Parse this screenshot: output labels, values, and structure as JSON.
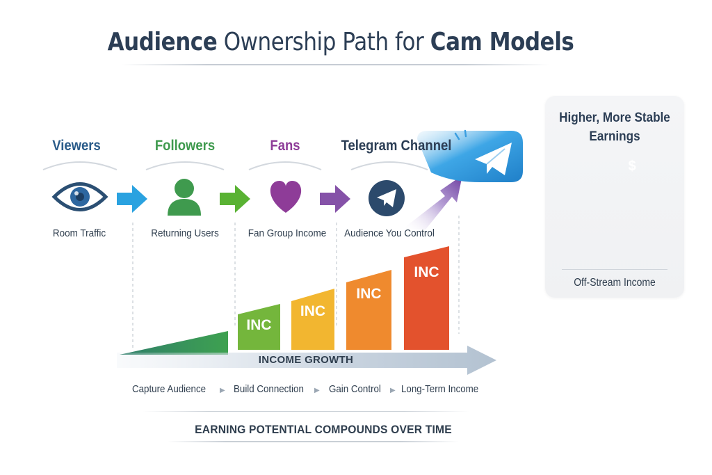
{
  "title": {
    "part1": "Audience",
    "part2": "Ownership Path for",
    "part3": "Cam Models"
  },
  "steps": [
    {
      "title": "Viewers",
      "subtitle": "Room Traffic",
      "color": "#2b5c8a",
      "icon": "eye-icon"
    },
    {
      "title": "Followers",
      "subtitle": "Returning Users",
      "color": "#3f9a4e",
      "icon": "user-icon"
    },
    {
      "title": "Fans",
      "subtitle": "Fan Group Income",
      "color": "#8e3c98",
      "icon": "heart-icon"
    },
    {
      "title": "Telegram Channel",
      "subtitle": "Audience You Control",
      "color": "#2c3e55",
      "icon": "telegram-icon"
    }
  ],
  "colors": {
    "blue_arrow": "#2aa2e0",
    "green_arrow": "#59b233",
    "purple_arrow": "#8552a8",
    "telegram": "#2f9ede"
  },
  "bars": [
    {
      "label": "",
      "color": "#3f9d57"
    },
    {
      "label": "INC",
      "color": "#74b63c"
    },
    {
      "label": "INC",
      "color": "#f2b630"
    },
    {
      "label": "INC",
      "color": "#ef8a2e"
    },
    {
      "label": "INC",
      "color": "#e3522d"
    }
  ],
  "growth_label": "INCOME GROWTH",
  "stages": [
    "Capture Audience",
    "Build Connection",
    "Gain Control",
    "Long-Term Income"
  ],
  "stage_separator": "▶",
  "footer": "EARNING POTENTIAL COMPOUNDS OVER TIME",
  "card": {
    "title_line1": "Higher, More Stable",
    "title_line2": "Earnings",
    "subtitle": "Off-Stream Income",
    "coin_symbol": "$"
  }
}
